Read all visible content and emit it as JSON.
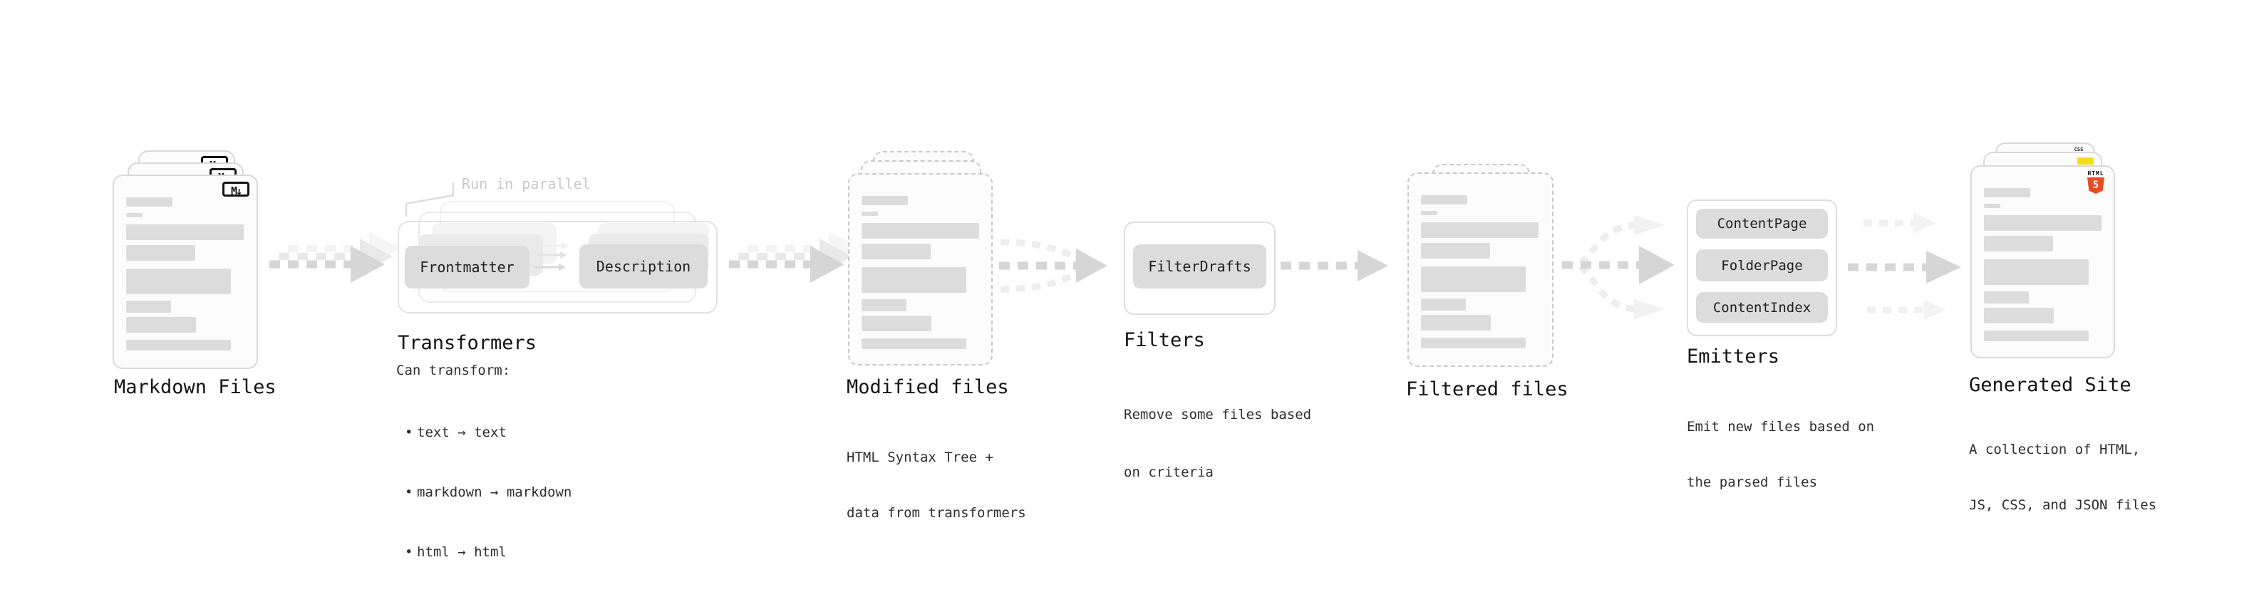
{
  "diagram": {
    "markdown_files": {
      "label": "Markdown Files",
      "badge": "M↓"
    },
    "transformers": {
      "annotation": "Run in parallel",
      "pill_left": "Frontmatter",
      "pill_right": "Description",
      "label": "Transformers",
      "desc_title": "Can transform:",
      "bullets": [
        "text → text",
        "markdown → markdown",
        "html → html"
      ]
    },
    "modified_files": {
      "label": "Modified files",
      "desc": [
        "HTML Syntax Tree +",
        "data from transformers"
      ]
    },
    "filters": {
      "pill": "FilterDrafts",
      "label": "Filters",
      "desc": [
        "Remove some files based",
        "on criteria"
      ]
    },
    "filtered_files": {
      "label": "Filtered files"
    },
    "emitters": {
      "pills": [
        "ContentPage",
        "FolderPage",
        "ContentIndex"
      ],
      "label": "Emitters",
      "desc": [
        "Emit new files based on",
        "the parsed files"
      ]
    },
    "generated_site": {
      "label": "Generated Site",
      "desc": [
        "A collection of HTML,",
        "JS, CSS, and JSON files"
      ],
      "badge_html": "HTML",
      "badge_html_number": "5",
      "badge_css": "CSS"
    },
    "colors": {
      "html5_orange": "#e44d26",
      "js_yellow": "#f5de19",
      "css_blue": "#2965f1",
      "card_border": "#d9d9d9",
      "bar_fill": "#dcdcdc",
      "arrow_gray": "#d6d6d6",
      "annotation_gray": "#c9c9c9"
    }
  }
}
